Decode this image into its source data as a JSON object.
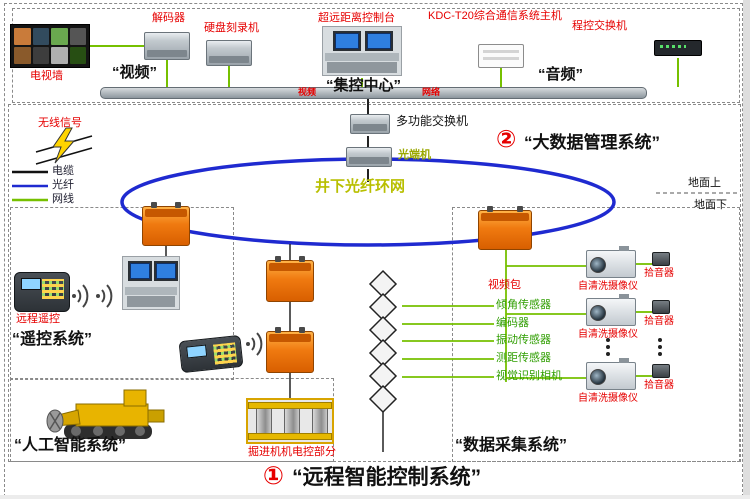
{
  "colors": {
    "accent_red": "#e60000",
    "fiber_blue": "#1f2ad0",
    "cable_black": "#111111",
    "network_green": "#76c000",
    "ring_text_yellow": "#b8bf00",
    "device_orange": "#f07a10"
  },
  "header": {
    "tv_wall": "电视墙",
    "decoder": "解码器",
    "recorder": "硬盘刻录机",
    "video": "“视频”",
    "console": "超远距离控制台",
    "center": "“集控中心”",
    "kdc": "KDC-T20综合通信系统主机",
    "pbx": "程控交换机",
    "audio": "“音频”",
    "bus_tag_video": "视频",
    "bus_tag_net": "网络"
  },
  "mid": {
    "switch": "多功能交换机",
    "optical": "光端机",
    "num2": "②",
    "bigdata": "“大数据管理系统”",
    "ring": "井下光纤环网",
    "above": "地面上",
    "below": "地面下",
    "wireless": "无线信号",
    "cable": "电缆",
    "fiber": "光纤",
    "net": "网线"
  },
  "remote": {
    "handheld": "远程遥控",
    "system": "“遥控系统”"
  },
  "ai": {
    "system": "“人工智能系统”",
    "machine": "掘进机机电控部分"
  },
  "daq": {
    "video_pack": "视频包",
    "sensors": [
      "倾角传感器",
      "编码器",
      "振动传感器",
      "测距传感器",
      "视觉识别相机"
    ],
    "cameras": [
      "自清洗摄像仪",
      "自清洗摄像仪",
      "自清洗摄像仪"
    ],
    "pickups": [
      "拾音器",
      "拾音器",
      "拾音器"
    ],
    "system": "“数据采集系统”"
  },
  "footer": {
    "num": "①",
    "title": "“远程智能控制系统”"
  }
}
